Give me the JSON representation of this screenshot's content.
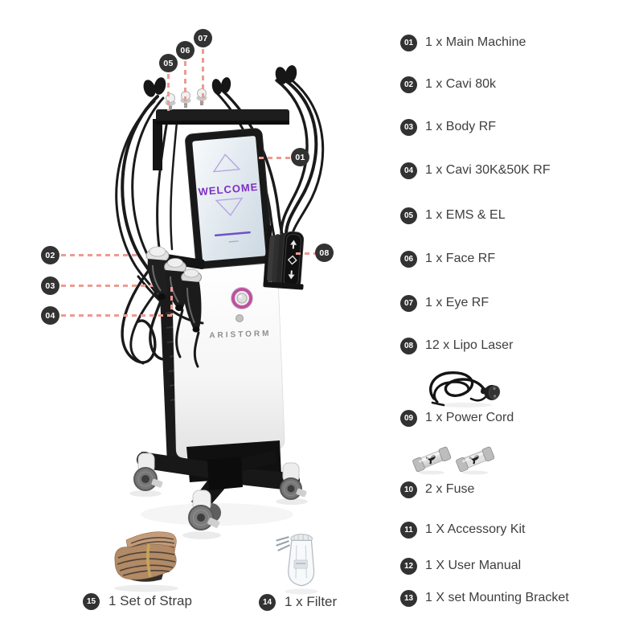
{
  "colors": {
    "callout_line": "#ec9b93",
    "badge_bg": "#323232",
    "badge_text": "#ffffff",
    "body_text": "#3e3e3e",
    "screen_purple": "#7e2ec4",
    "knob_ring": "#bf4fa0"
  },
  "machine": {
    "brand": "ARISTORM",
    "screen_title": "WELCOME"
  },
  "callouts": [
    {
      "num": "01"
    },
    {
      "num": "02"
    },
    {
      "num": "03"
    },
    {
      "num": "04"
    },
    {
      "num": "05"
    },
    {
      "num": "06"
    },
    {
      "num": "07"
    },
    {
      "num": "08"
    }
  ],
  "parts": {
    "items": [
      {
        "num": "01",
        "label": "1 x Main Machine"
      },
      {
        "num": "02",
        "label": "1 x Cavi 80k"
      },
      {
        "num": "03",
        "label": "1 x Body RF"
      },
      {
        "num": "04",
        "label": "1 x Cavi 30K&50K RF"
      },
      {
        "num": "05",
        "label": "1 x EMS & EL"
      },
      {
        "num": "06",
        "label": "1 x Face RF"
      },
      {
        "num": "07",
        "label": "1 x Eye RF"
      },
      {
        "num": "08",
        "label": "12 x Lipo Laser"
      },
      {
        "num": "09",
        "label": "1 x Power Cord",
        "icon": "power-cord-photo"
      },
      {
        "num": "10",
        "label": "2 x Fuse",
        "icon": "fuse-photo"
      },
      {
        "num": "11",
        "label": "1 X Accessory Kit"
      },
      {
        "num": "12",
        "label": "1 X User Manual"
      },
      {
        "num": "13",
        "label": "1 X set Mounting Bracket"
      }
    ]
  },
  "floor": [
    {
      "num": "15",
      "label": "1 Set of Strap",
      "icon": "strap-photo"
    },
    {
      "num": "14",
      "label": "1 x Filter",
      "icon": "filter-photo"
    }
  ]
}
